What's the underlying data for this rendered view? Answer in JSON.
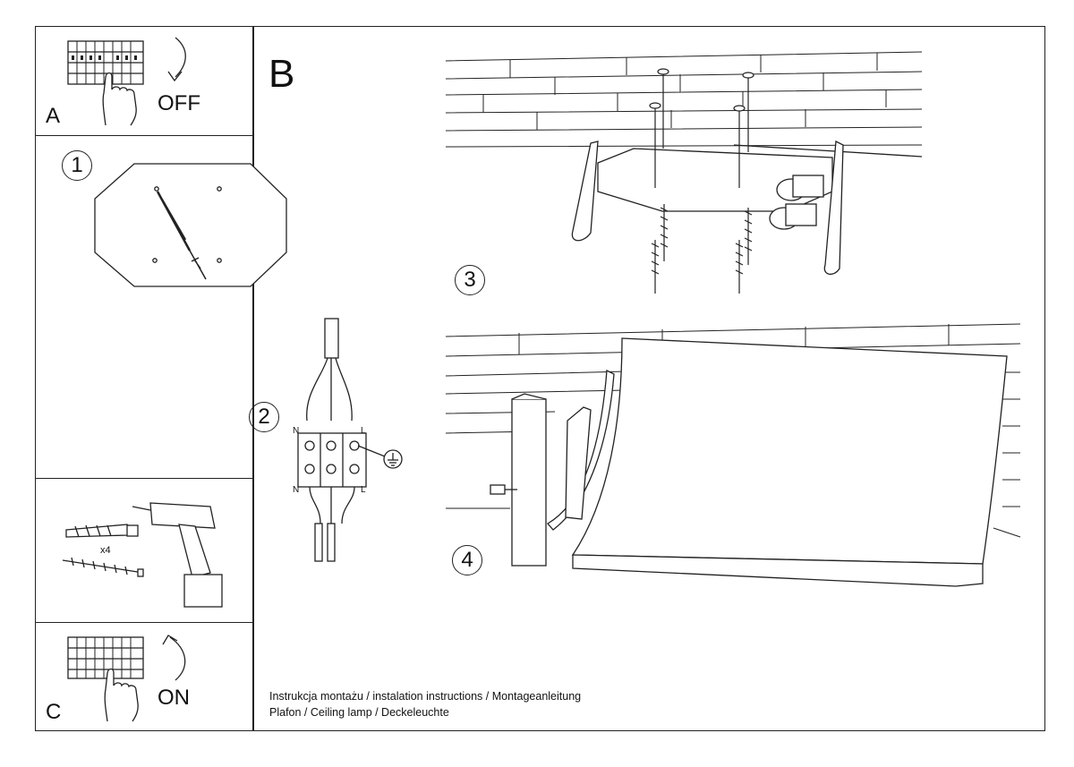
{
  "panels": {
    "a": {
      "letter": "A",
      "action": "OFF"
    },
    "b": {
      "letter": "B"
    },
    "c": {
      "letter": "C",
      "action": "ON"
    }
  },
  "steps": [
    "1",
    "2",
    "3",
    "4"
  ],
  "wiring": {
    "neutral": "N",
    "live": "L"
  },
  "tools": {
    "quantity": "x4"
  },
  "caption": {
    "line1": "Instrukcja montażu / instalation instructions / Montageanleitung",
    "line2": "Plafon / Ceiling lamp / Deckeleuchte"
  },
  "icons": [
    "breaker-panel-icon",
    "hand-icon",
    "curved-arrow-down-icon",
    "curved-arrow-up-icon",
    "drill-icon",
    "wall-plug-icon",
    "screw-icon",
    "ground-symbol-icon",
    "screwdriver-icon"
  ]
}
